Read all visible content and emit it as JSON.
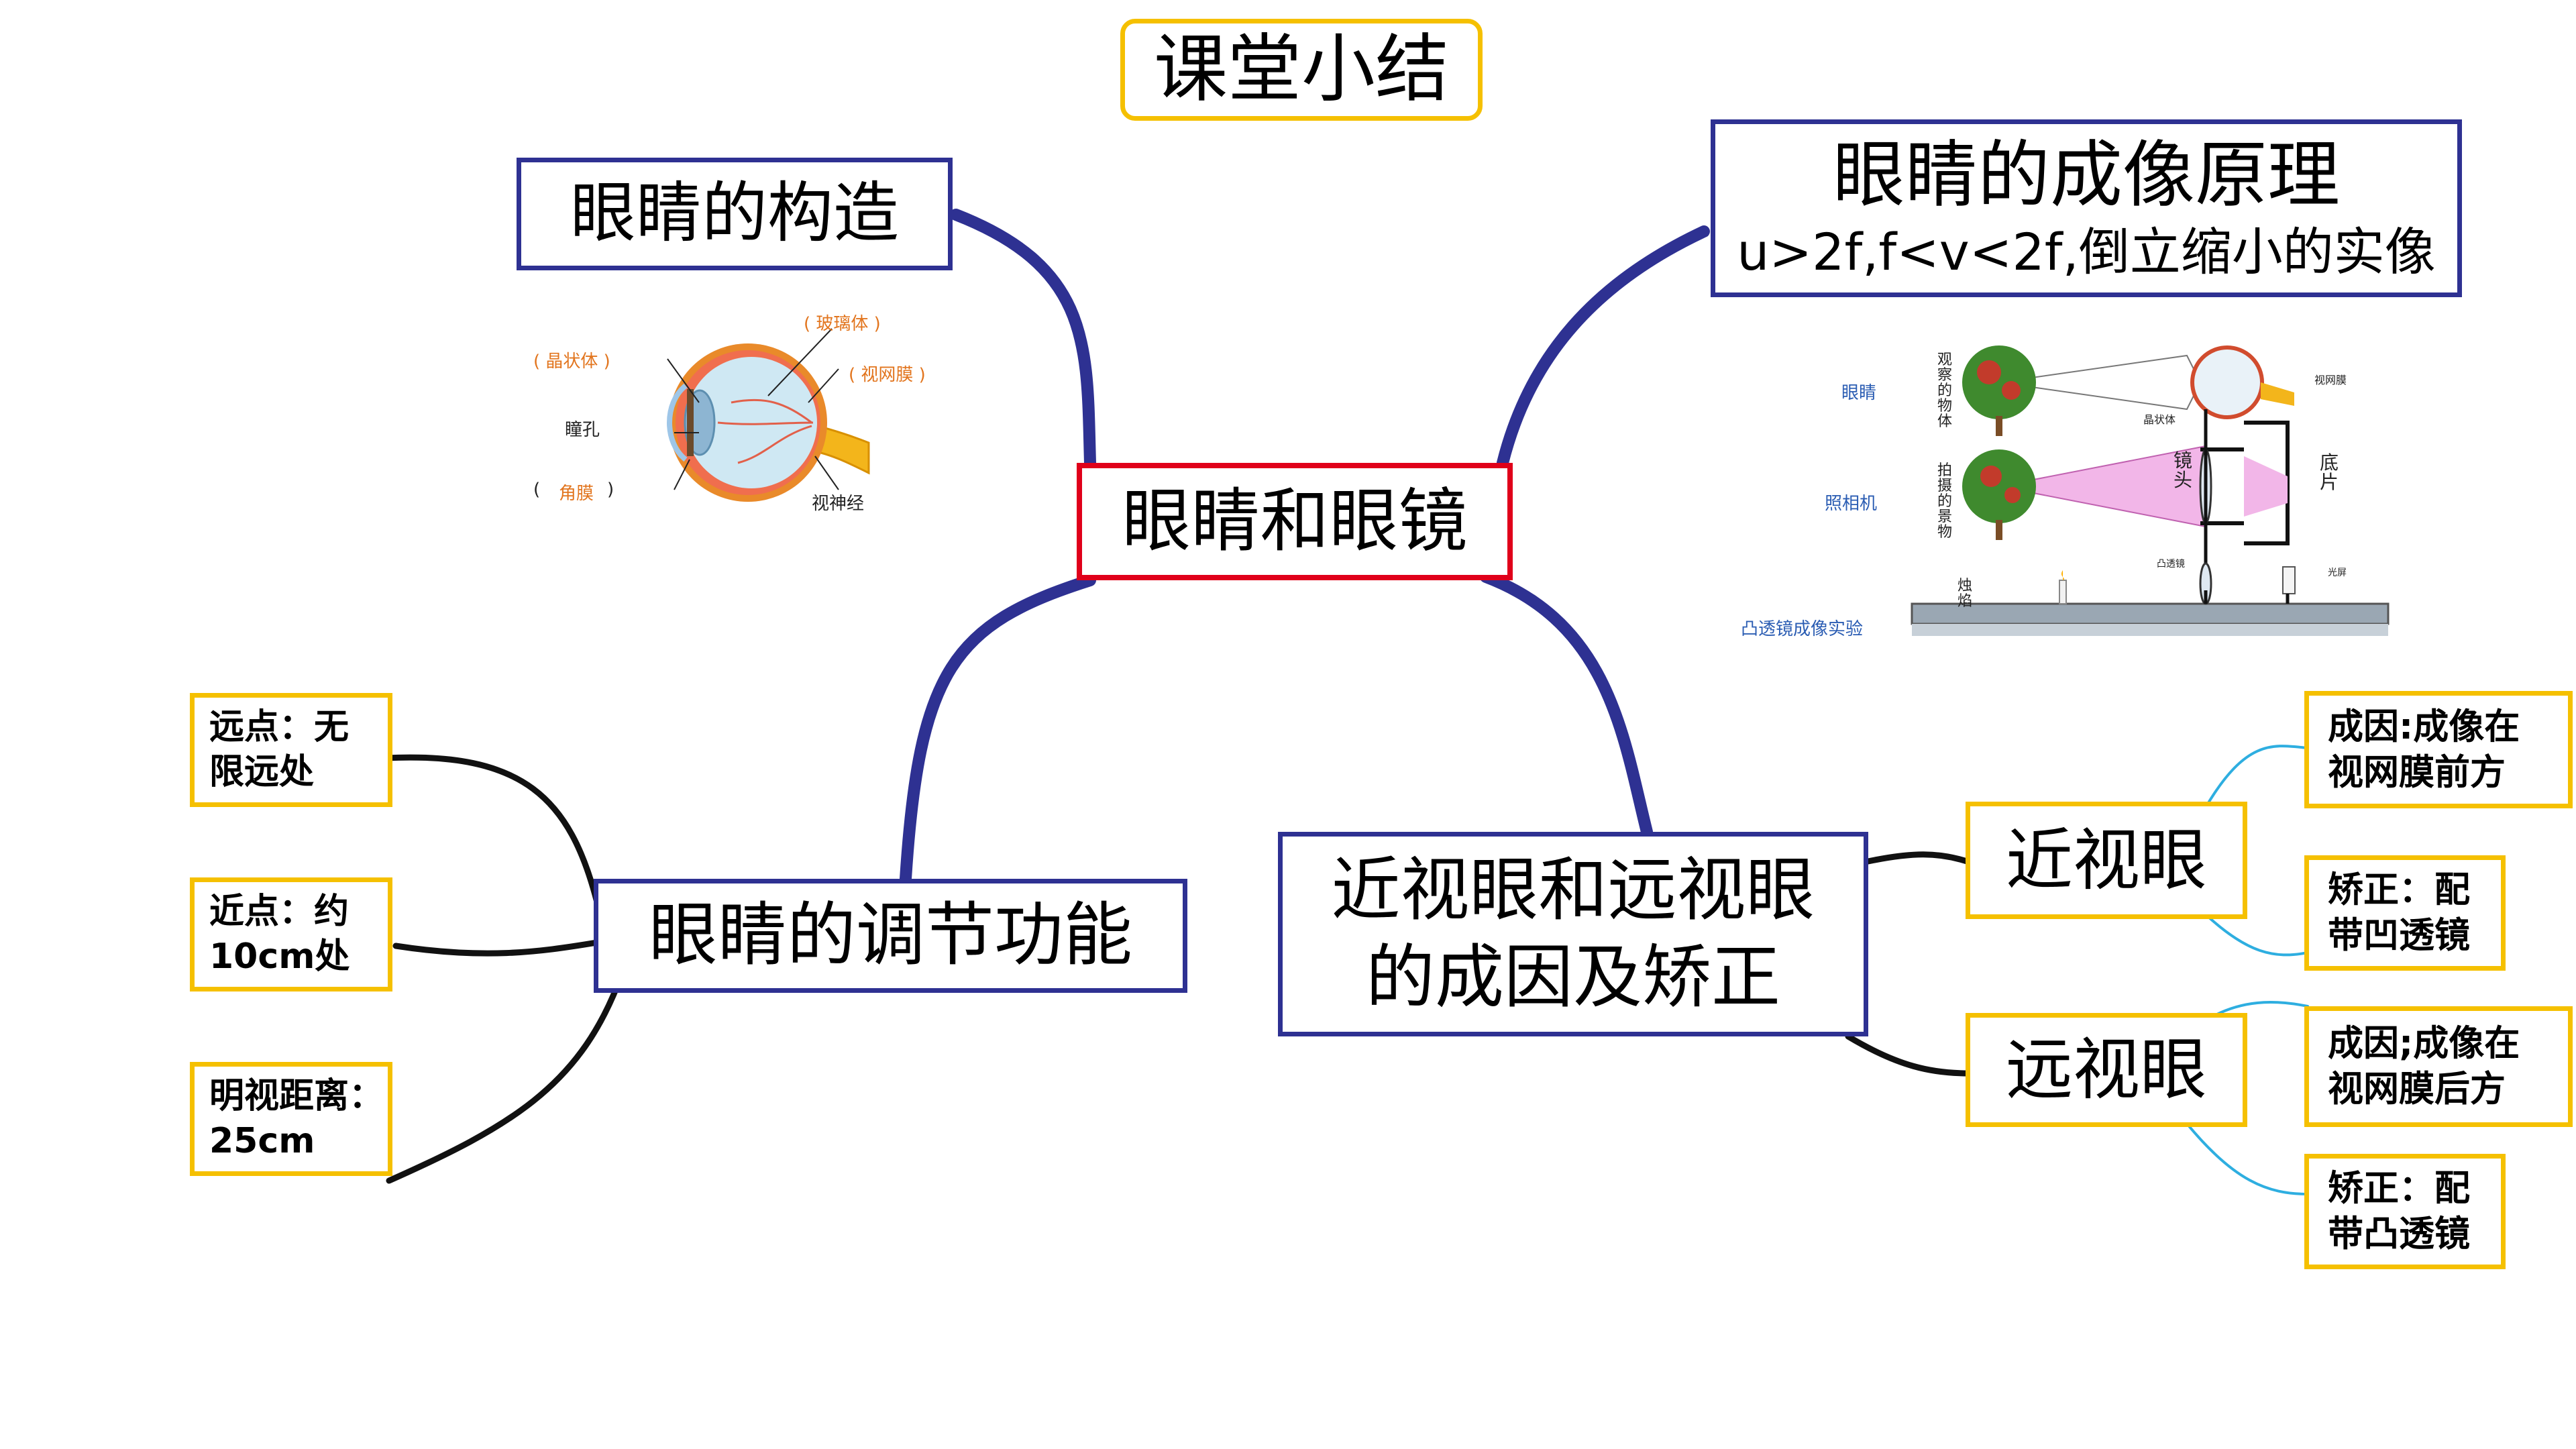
{
  "title": "课堂小结",
  "center": "眼睛和眼镜",
  "branches": {
    "structure": "眼睛的构造",
    "imaging": {
      "title": "眼睛的成像原理",
      "formula": "u>2f,f<v<2f,倒立缩小的实像"
    },
    "adjust": "眼睛的调节功能",
    "defects": {
      "line1": "近视眼和远视眼",
      "line2": "的成因及矫正"
    }
  },
  "adjust_items": [
    {
      "line1": "远点：无",
      "line2": "限远处"
    },
    {
      "line1": "近点：约",
      "line2": "10cm处"
    },
    {
      "line1": "明视距离：",
      "line2": "25cm"
    }
  ],
  "myopia": {
    "label": "近视眼",
    "cause": {
      "line1": "成因:成像在",
      "line2": "视网膜前方"
    },
    "fix": {
      "line1": "矫正：配",
      "line2": "带凹透镜"
    }
  },
  "hyperopia": {
    "label": "远视眼",
    "cause": {
      "line1": "成因;成像在",
      "line2": "视网膜后方"
    },
    "fix": {
      "line1": "矫正：配",
      "line2": "带凸透镜"
    }
  },
  "eye_labels": {
    "lens": "( 晶状体 )",
    "vitreous": "( 玻璃体 )",
    "retina": "( 视网膜 )",
    "pupil": "瞳孔",
    "cornea_open": "(",
    "cornea": "角膜",
    "cornea_close": ")",
    "optic_nerve": "视神经"
  },
  "imaging_labels": {
    "eye": "眼睛",
    "camera": "照相机",
    "convex_exp": "凸透镜成像实验",
    "observed": "观察的物体",
    "photographed": "拍摄的景物",
    "candle": "烛焰",
    "lens_head": "镜头",
    "film": "底片",
    "retina_small": "视网膜",
    "crystal_small": "晶状体",
    "convex_small": "凸透镜",
    "screen_small": "光屏"
  },
  "colors": {
    "blue_line": "#2e3192",
    "black_line": "#111111",
    "cyan_line": "#2eaee0",
    "red_border": "#e0001a",
    "yellow_border": "#f5c000"
  }
}
